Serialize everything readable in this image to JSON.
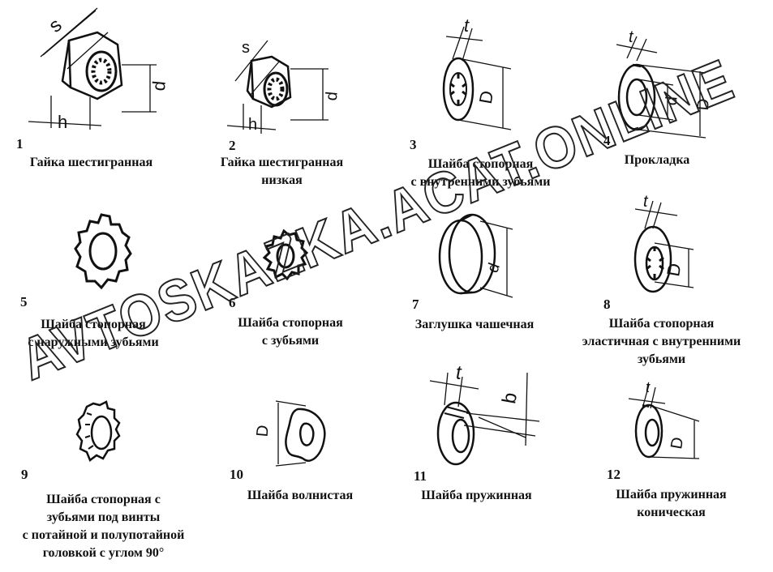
{
  "items": [
    {
      "number": "1",
      "lines": [
        "Гайка шестигранная"
      ],
      "labels": [
        "s",
        "d",
        "h"
      ]
    },
    {
      "number": "2",
      "lines": [
        "Гайка шестигранная",
        "низкая"
      ],
      "labels": [
        "s",
        "d",
        "h"
      ]
    },
    {
      "number": "3",
      "lines": [
        "Шайба стопорная",
        "с внутренними зубьями"
      ],
      "labels": [
        "t",
        "D"
      ]
    },
    {
      "number": "4",
      "lines": [
        "Прокладка"
      ],
      "labels": [
        "t",
        "d",
        "D"
      ]
    },
    {
      "number": "5",
      "lines": [
        "Шайба стопорная",
        "с наружными зубьями"
      ],
      "labels": []
    },
    {
      "number": "6",
      "lines": [
        "Шайба стопорная",
        "с зубьями"
      ],
      "labels": []
    },
    {
      "number": "7",
      "lines": [
        "Заглушка чашечная"
      ],
      "labels": [
        "d"
      ]
    },
    {
      "number": "8",
      "lines": [
        "Шайба стопорная",
        "эластичная с внутренними",
        "зубьями"
      ],
      "labels": [
        "t",
        "D"
      ]
    },
    {
      "number": "9",
      "lines": [
        "Шайба стопорная с",
        "зубьями под винты",
        "с потайной и полупотайной",
        "головкой с углом 90°"
      ],
      "labels": []
    },
    {
      "number": "10",
      "lines": [
        "Шайба волнистая"
      ],
      "labels": [
        "D"
      ]
    },
    {
      "number": "11",
      "lines": [
        "Шайба пружинная"
      ],
      "labels": [
        "t",
        "b"
      ]
    },
    {
      "number": "12",
      "lines": [
        "Шайба пружинная",
        "коническая"
      ],
      "labels": [
        "t",
        "D"
      ]
    }
  ],
  "watermark": "AVTOSKAZKA.ACAT.ONLINE"
}
